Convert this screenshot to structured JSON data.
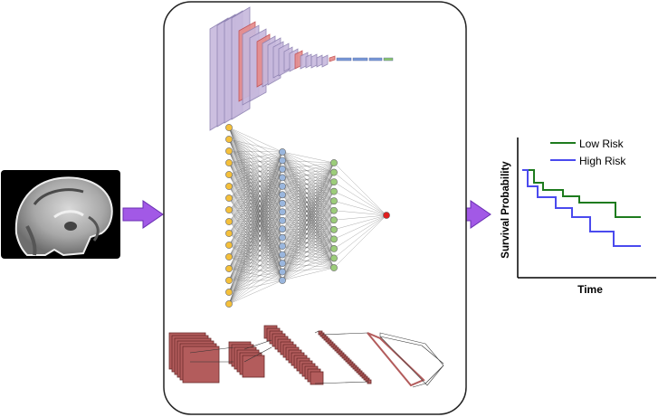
{
  "model_panel": {
    "conv_stack_count": 4
  },
  "mlp": {
    "layers": [
      16,
      16,
      12,
      1
    ]
  },
  "survival_plot": {
    "ylabel": "Survival Probability",
    "xlabel": "Time",
    "legend": [
      {
        "label": "Low Risk",
        "color": "#1e7b1e"
      },
      {
        "label": "High Risk",
        "color": "#4a4aee"
      }
    ]
  },
  "colors": {
    "arrow": "#a259e6",
    "input_node": "#f5c03a",
    "hidden1_node": "#9ab6dd",
    "hidden2_node": "#9ccc7a",
    "output_node": "#e01e1e",
    "conv_plane": "#c7b9dd",
    "conv_red": "#e58a8a",
    "cnn_block": "#b35c5c"
  }
}
